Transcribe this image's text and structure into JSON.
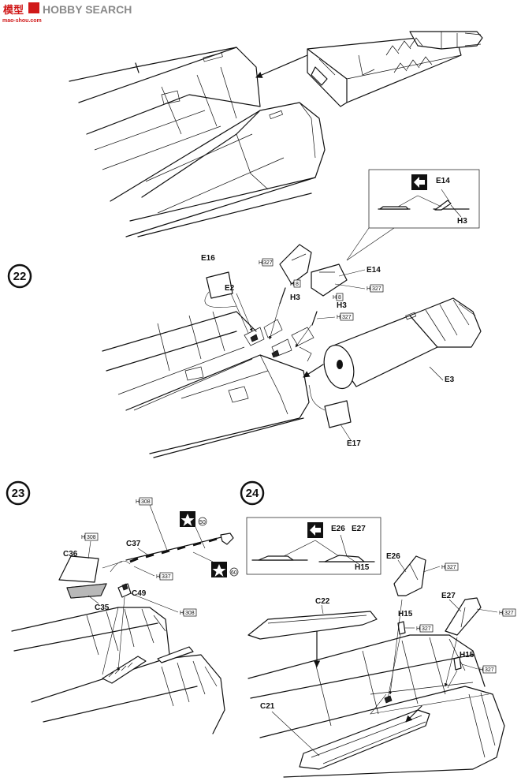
{
  "header": {
    "logo_cn": "模型",
    "logo_text": "HOBBY SEARCH",
    "logo_url": "mao-shou.com"
  },
  "steps": {
    "s22": "22",
    "s23": "23",
    "s24": "24"
  },
  "callout22": {
    "part_top": "E14",
    "part_bottom": "H3"
  },
  "step22": {
    "E16": "E16",
    "E2": "E2",
    "E14": "E14",
    "H3a": "H3",
    "H3b": "H3",
    "E3": "E3",
    "E17": "E17",
    "H": "H",
    "h8a": "8",
    "h8b": "8",
    "h327a": "327",
    "h327b": "327",
    "h327c": "327"
  },
  "step23": {
    "C36": "C36",
    "C37": "C37",
    "C35": "C35",
    "C49": "C49",
    "H": "H",
    "h308a": "308",
    "h308b": "308",
    "h308c": "308",
    "h337": "337",
    "decal50": "50",
    "decal60": "60"
  },
  "step24": {
    "box_E26": "E26",
    "box_E27": "E27",
    "box_H15": "H15",
    "E26": "E26",
    "E27": "E27",
    "C22": "C22",
    "C21": "C21",
    "H15a": "H15",
    "H15b": "H15",
    "H": "H",
    "h327a": "327",
    "h327b": "327",
    "h327c": "327",
    "h327d": "327"
  }
}
